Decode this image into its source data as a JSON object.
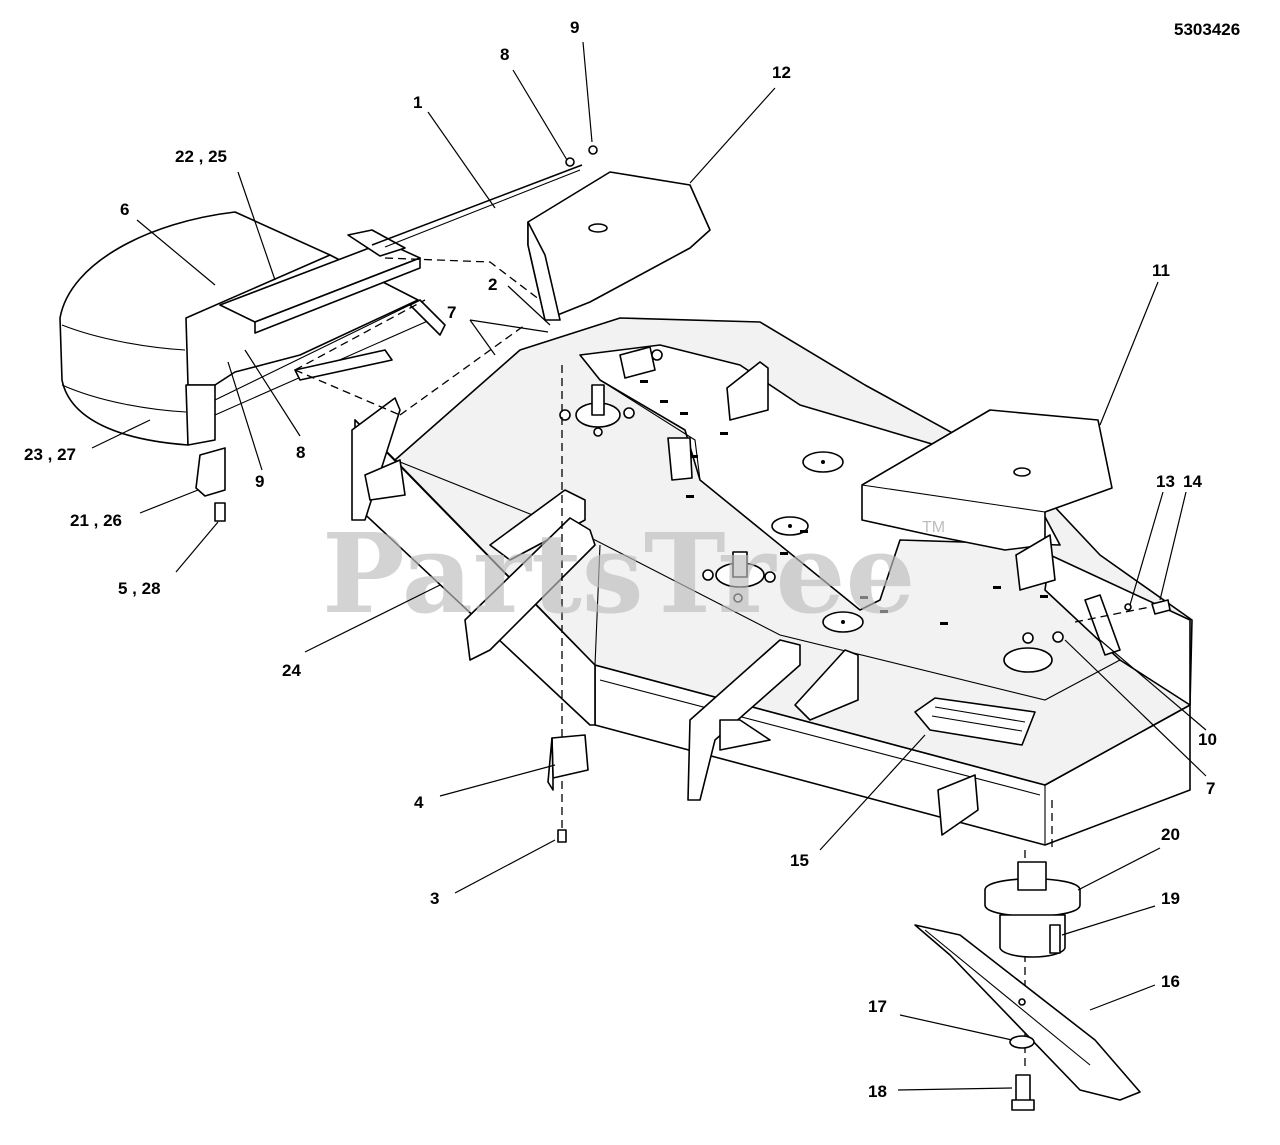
{
  "drawing": {
    "document_number": "5303426",
    "watermark": "PartsTree",
    "trademark": "TM"
  },
  "callouts": [
    {
      "id": "c1",
      "label": "1"
    },
    {
      "id": "c2",
      "label": "2"
    },
    {
      "id": "c3",
      "label": "3"
    },
    {
      "id": "c4",
      "label": "4"
    },
    {
      "id": "c5",
      "label": "5 , 28"
    },
    {
      "id": "c6",
      "label": "6"
    },
    {
      "id": "c7a",
      "label": "7"
    },
    {
      "id": "c7b",
      "label": "7"
    },
    {
      "id": "c8a",
      "label": "8"
    },
    {
      "id": "c8b",
      "label": "8"
    },
    {
      "id": "c9a",
      "label": "9"
    },
    {
      "id": "c9b",
      "label": "9"
    },
    {
      "id": "c10",
      "label": "10"
    },
    {
      "id": "c11",
      "label": "11"
    },
    {
      "id": "c12",
      "label": "12"
    },
    {
      "id": "c13",
      "label": "13"
    },
    {
      "id": "c14",
      "label": "14"
    },
    {
      "id": "c15",
      "label": "15"
    },
    {
      "id": "c16",
      "label": "16"
    },
    {
      "id": "c17",
      "label": "17"
    },
    {
      "id": "c18",
      "label": "18"
    },
    {
      "id": "c19",
      "label": "19"
    },
    {
      "id": "c20",
      "label": "20"
    },
    {
      "id": "c21",
      "label": "21 , 26"
    },
    {
      "id": "c22",
      "label": "22 , 25"
    },
    {
      "id": "c23",
      "label": "23 , 27"
    },
    {
      "id": "c24",
      "label": "24"
    }
  ]
}
